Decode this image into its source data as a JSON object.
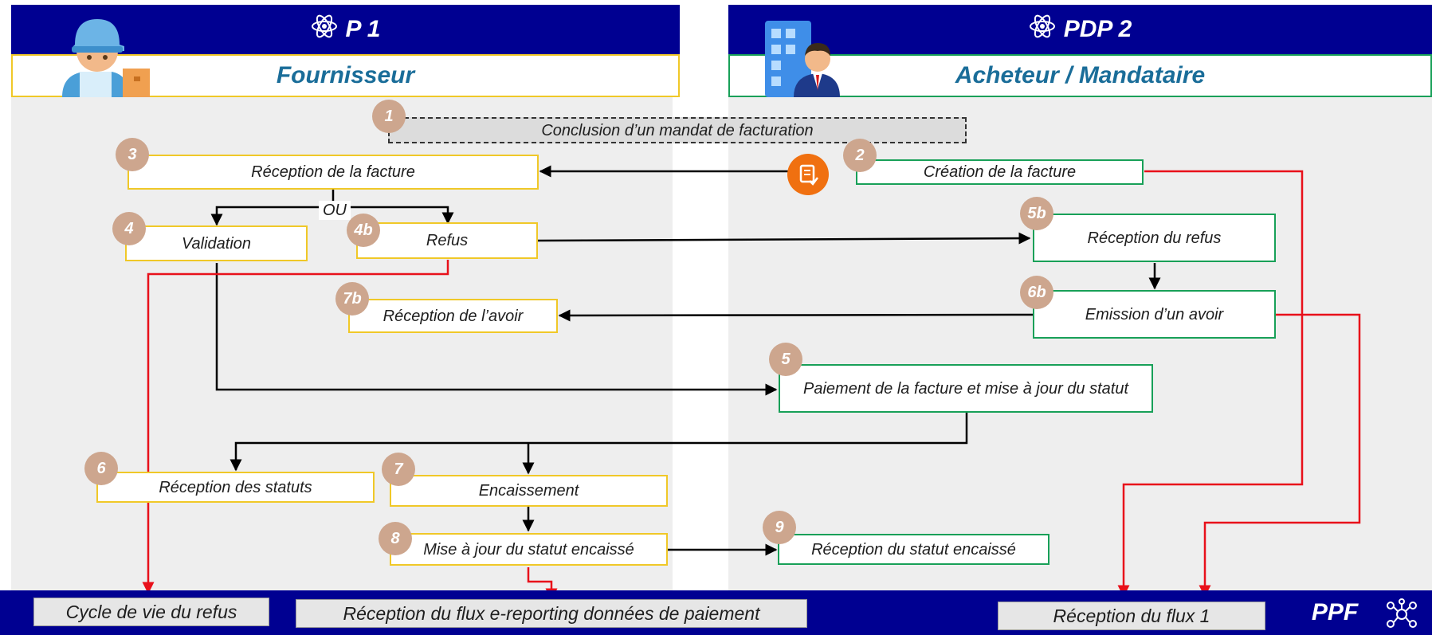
{
  "header_left": {
    "title": "P 1",
    "subtitle": "Fournisseur"
  },
  "header_right": {
    "title": "PDP 2",
    "subtitle": "Acheteur / Mandataire"
  },
  "boxes": {
    "b1": {
      "num": "1",
      "label": "Conclusion d’un mandat de facturation"
    },
    "b2": {
      "num": "2",
      "label": "Création de la facture"
    },
    "b3": {
      "num": "3",
      "label": "Réception de la facture"
    },
    "b4": {
      "num": "4",
      "label": "Validation"
    },
    "b4b": {
      "num": "4b",
      "label": "Refus"
    },
    "b5b": {
      "num": "5b",
      "label": "Réception du refus"
    },
    "b6b": {
      "num": "6b",
      "label": "Emission d’un avoir"
    },
    "b7b": {
      "num": "7b",
      "label": "Réception de l’avoir"
    },
    "b5": {
      "num": "5",
      "label": "Paiement de la facture et mise à jour du statut"
    },
    "b6": {
      "num": "6",
      "label": "Réception des statuts"
    },
    "b7": {
      "num": "7",
      "label": "Encaissement"
    },
    "b8": {
      "num": "8",
      "label": "Mise à jour du statut encaissé"
    },
    "b9": {
      "num": "9",
      "label": "Réception du statut encaissé"
    }
  },
  "ou_label": "OU",
  "footer": {
    "cycle": "Cycle de vie du refus",
    "ereporting": "Réception du flux e-reporting données de paiement",
    "flux1": "Réception du flux 1",
    "ppf": "PPF"
  },
  "colors": {
    "navy": "#000091",
    "red": "#e8101a",
    "yellow_border": "#f0c828",
    "green_border": "#18a058",
    "badge": "#cda68e",
    "orange_icon": "#f07010"
  }
}
